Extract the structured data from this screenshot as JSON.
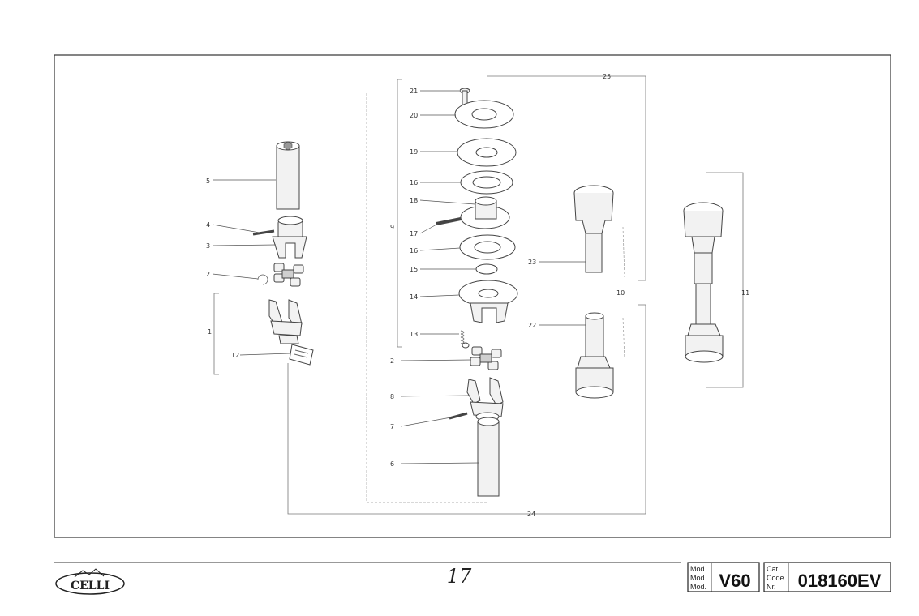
{
  "page_number": "17",
  "logo_text": "CELLI",
  "title_block": {
    "mod_labels": [
      "Mod.",
      "Mod.",
      "Mod."
    ],
    "model": "V60",
    "code_labels": [
      "Cat.",
      "Code",
      "Nr."
    ],
    "code": "018160EV"
  },
  "callouts": {
    "c1": "1",
    "c2a": "2",
    "c2b": "2",
    "c3": "3",
    "c4": "4",
    "c5": "5",
    "c6": "6",
    "c7": "7",
    "c8": "8",
    "c9": "9",
    "c10": "10",
    "c11": "11",
    "c12": "12",
    "c13": "13",
    "c14": "14",
    "c15": "15",
    "c16a": "16",
    "c16b": "16",
    "c17": "17",
    "c18": "18",
    "c19": "19",
    "c20": "20",
    "c21": "21",
    "c22": "22",
    "c23": "23",
    "c24": "24",
    "c25": "25"
  },
  "colors": {
    "line": "#444444",
    "frame": "#333333",
    "paper": "#ffffff"
  }
}
